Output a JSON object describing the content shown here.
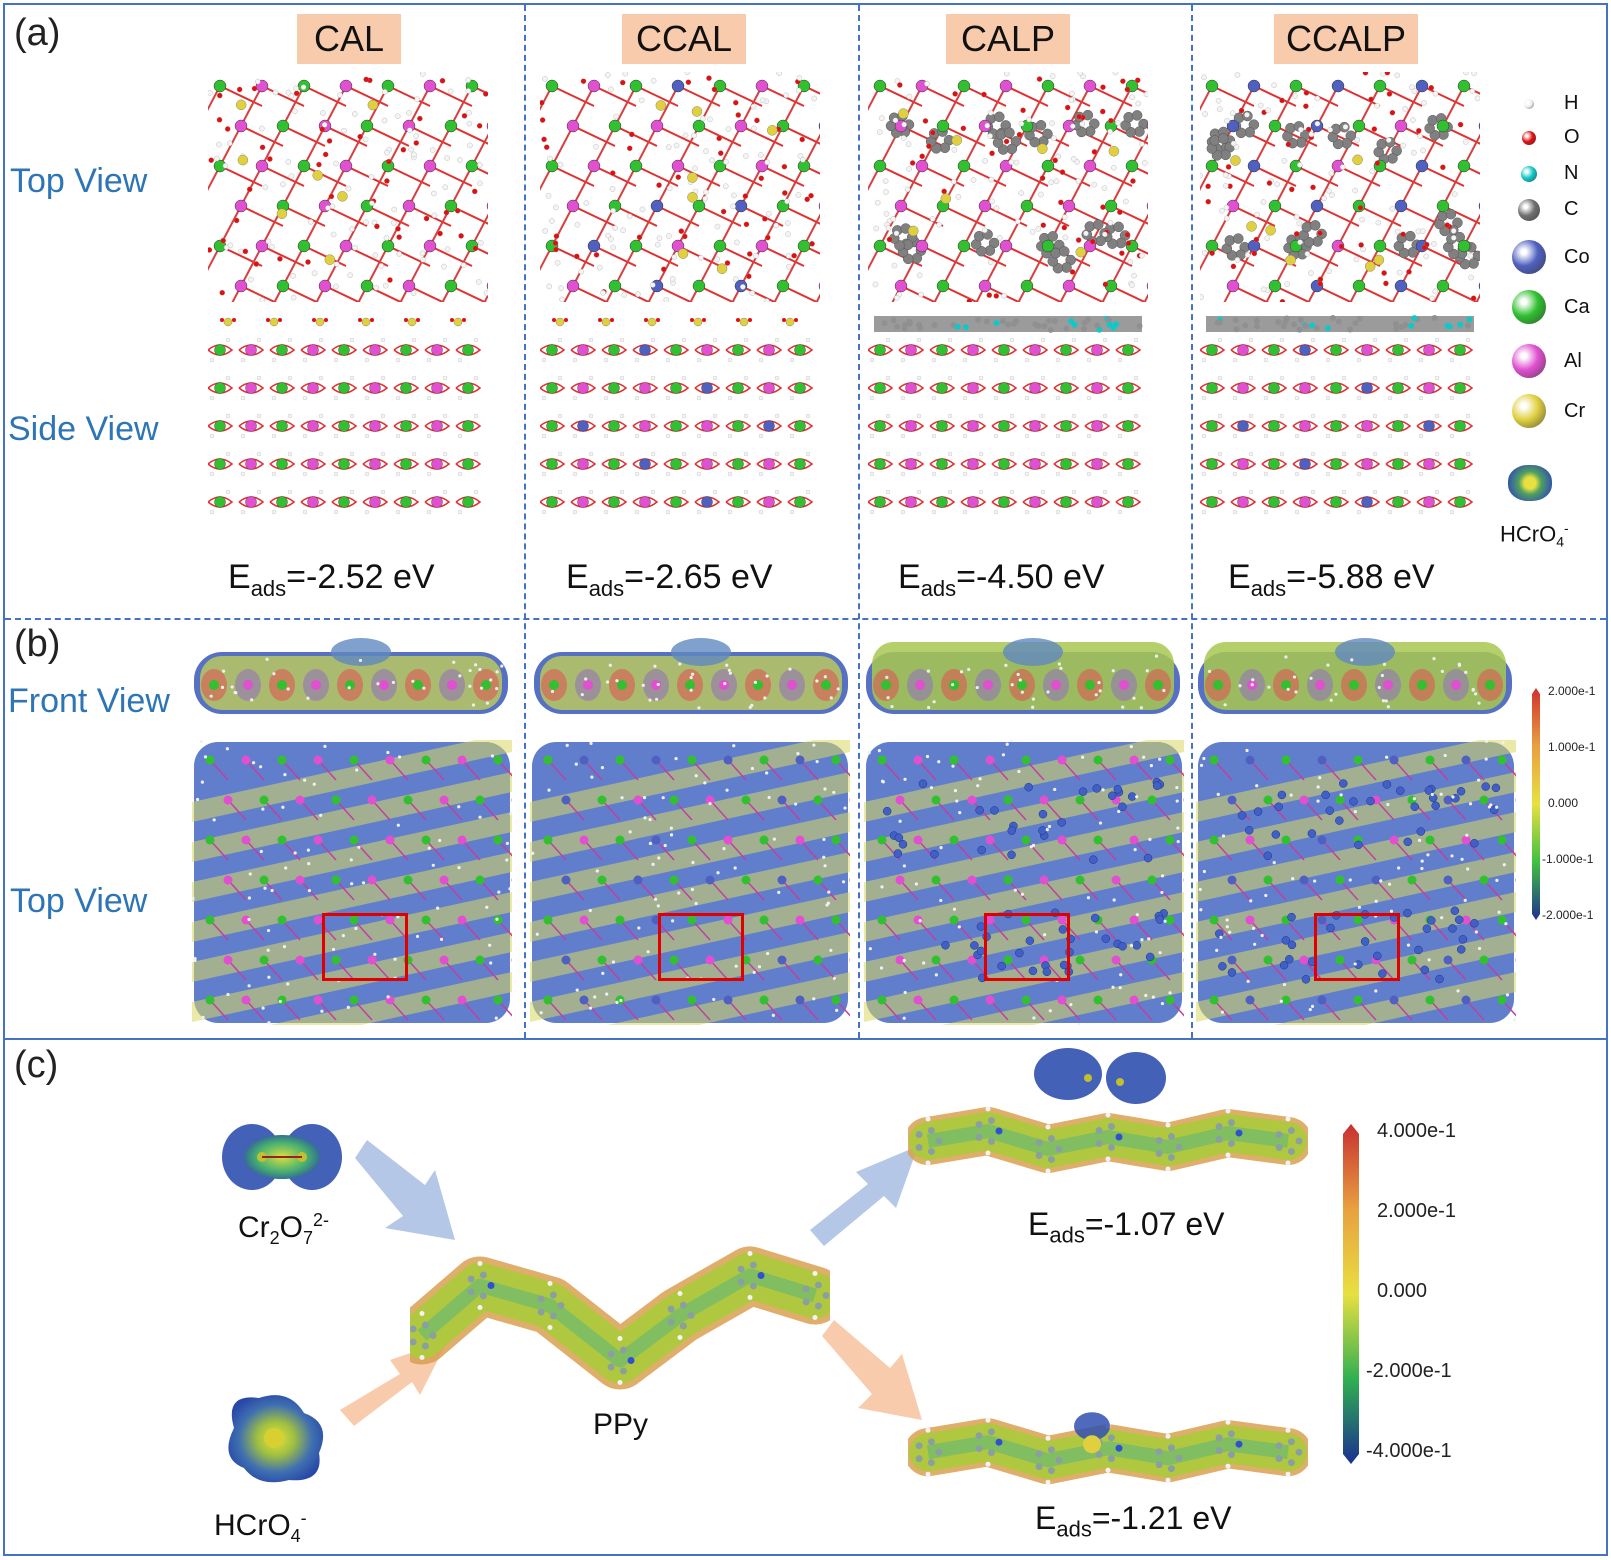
{
  "panel_a": {
    "label": "(a)",
    "titles": [
      "CAL",
      "CCAL",
      "CALP",
      "CCALP"
    ],
    "top_view_label": "Top View",
    "side_view_label": "Side View",
    "eads_prefix": "E",
    "eads_sub": "ads",
    "eads_values": [
      "=-2.52 eV",
      "=-2.65 eV",
      "=-4.50 eV",
      "=-5.88 eV"
    ]
  },
  "legend": {
    "items": [
      {
        "label": "H",
        "color": "#f2f2f2"
      },
      {
        "label": "O",
        "color": "#e01010"
      },
      {
        "label": "N",
        "color": "#10c8c8"
      },
      {
        "label": "C",
        "color": "#707070"
      },
      {
        "label": "Co",
        "color": "#5060c0"
      },
      {
        "label": "Ca",
        "color": "#30c030"
      },
      {
        "label": "Al",
        "color": "#e050d0"
      },
      {
        "label": "Cr",
        "color": "#e0d040"
      }
    ],
    "anion_label_main": "HCrO",
    "anion_label_sub": "4",
    "anion_label_sup": "-"
  },
  "panel_b": {
    "label": "(b)",
    "front_view_label": "Front View",
    "top_view_label": "Top View",
    "colorbar_ticks": [
      "2.000e-1",
      "1.000e-1",
      "0.000",
      "-1.000e-1",
      "-2.000e-1"
    ]
  },
  "panel_c": {
    "label": "(c)",
    "cr2o7": {
      "main1": "Cr",
      "sub1": "2",
      "main2": "O",
      "sub2": "7",
      "sup": "2-"
    },
    "hcro4": {
      "main": "HCrO",
      "sub": "4",
      "sup": "-"
    },
    "ppy_label": "PPy",
    "eads_prefix": "E",
    "eads_sub": "ads",
    "eads_top": "=-1.07 eV",
    "eads_bottom": "=-1.21 eV",
    "colorbar_ticks": [
      "4.000e-1",
      "2.000e-1",
      "0.000",
      "-2.000e-1",
      "-4.000e-1"
    ]
  },
  "colors": {
    "frame": "#4472c4",
    "title_bg": "#f8cbad",
    "view_label": "#2e75b6",
    "highlight_box": "#e00000",
    "arrow_blue": "#b4c7e7",
    "arrow_orange": "#f8cbad"
  }
}
